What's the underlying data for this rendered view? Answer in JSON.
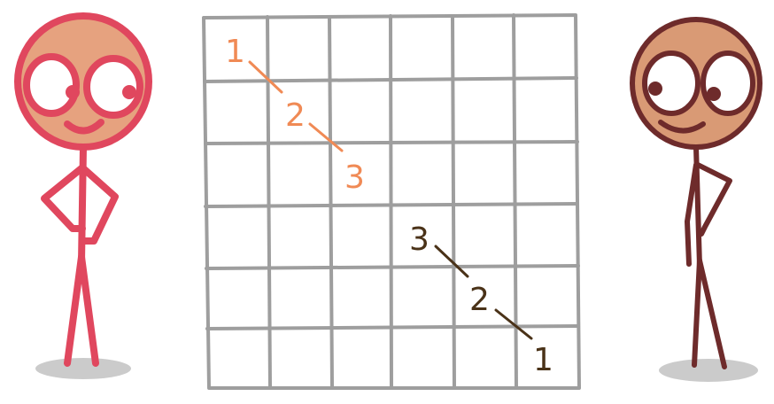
{
  "colors": {
    "background": "#ffffff",
    "grid": "#9e9e9e",
    "left_figure": "#e0475e",
    "left_face": "#e6a27f",
    "right_figure": "#6e2b2b",
    "right_face": "#d99a75",
    "shadow": "#b9b9b9",
    "sequence_orange": "#f08a55",
    "sequence_brown": "#4a3218"
  },
  "grid": {
    "rows": 6,
    "cols": 6
  },
  "orange_sequence": {
    "labels": [
      "1",
      "2",
      "3"
    ]
  },
  "brown_sequence": {
    "labels": [
      "3",
      "2",
      "1"
    ]
  },
  "figures": {
    "left": {
      "icon": "stick-figure-hands-on-hips"
    },
    "right": {
      "icon": "stick-figure-hand-on-hip"
    }
  }
}
